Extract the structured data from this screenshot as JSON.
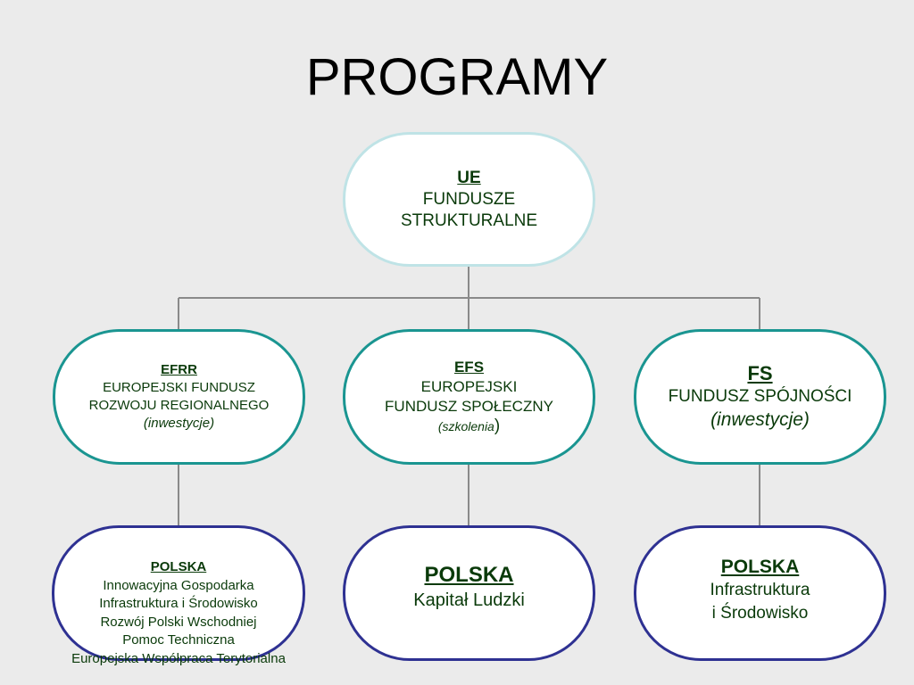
{
  "title": "PROGRAMY",
  "root": {
    "abbr": "UE",
    "line1": "FUNDUSZE",
    "line2": "STRUKTURALNE"
  },
  "funds": [
    {
      "abbr": "EFRR",
      "line1": "EUROPEJSKI FUNDUSZ",
      "line2": "ROZWOJU REGIONALNEGO",
      "note": "(inwestycje)"
    },
    {
      "abbr": "EFS",
      "line1": "EUROPEJSKI",
      "line2": "FUNDUSZ SPOŁECZNY",
      "note": "(szkolenia",
      "note_close": ")"
    },
    {
      "abbr": "FS",
      "line1": "FUNDUSZ SPÓJNOŚCI",
      "note": "(inwestycje)"
    }
  ],
  "programs": [
    {
      "country": "POLSKA",
      "items": [
        "Innowacyjna Gospodarka",
        "Infrastruktura i Środowisko",
        "Rozwój Polski Wschodniej",
        "Pomoc Techniczna",
        "Europejska Współpraca Terytorialna"
      ]
    },
    {
      "country": "POLSKA ",
      "items": [
        "Kapitał Ludzki"
      ]
    },
    {
      "country": "POLSKA ",
      "items": [
        "Infrastruktura",
        " i Środowisko"
      ]
    }
  ],
  "colors": {
    "root_border": "#bfe3e6",
    "fund_border": "#1a9591",
    "program_border": "#2e3192",
    "connector": "#8a8a8a",
    "text": "#0a3a0a"
  }
}
